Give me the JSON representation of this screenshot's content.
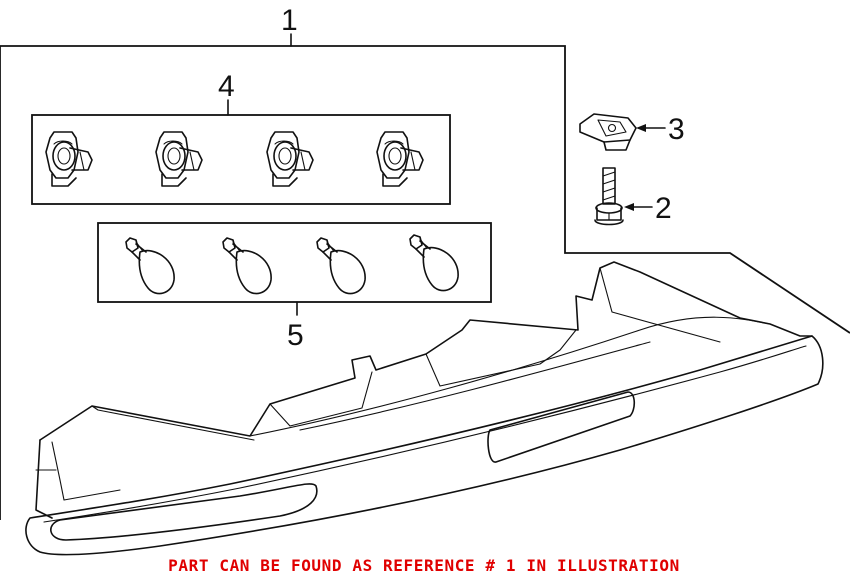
{
  "callouts": {
    "c1": "1",
    "c2": "2",
    "c3": "3",
    "c4": "4",
    "c5": "5"
  },
  "footer": {
    "text": "PART CAN BE FOUND AS REFERENCE # 1 IN ILLUSTRATION",
    "color": "#e00000"
  },
  "colors": {
    "line": "#111111",
    "background": "#ffffff"
  }
}
